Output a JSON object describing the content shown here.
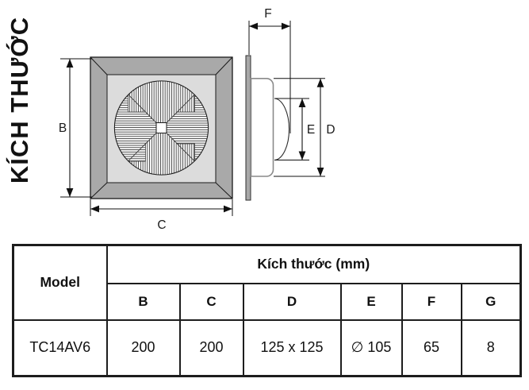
{
  "title": "KÍCH THƯỚC",
  "diagram": {
    "labels": {
      "b": "B",
      "c": "C",
      "d": "D",
      "e": "E",
      "f": "F"
    },
    "colors": {
      "frame_outer": "#a9a9a9",
      "frame_inner": "#dcdcdc",
      "flange": "#a8a8a8",
      "line": "#1a1a1a"
    }
  },
  "table": {
    "model_header": "Model",
    "dimension_header": "Kích thước (mm)",
    "columns": [
      "B",
      "C",
      "D",
      "E",
      "F",
      "G"
    ],
    "rows": [
      {
        "model": "TC14AV6",
        "values": [
          "200",
          "200",
          "125 x 125",
          "∅ 105",
          "65",
          "8"
        ]
      }
    ]
  }
}
